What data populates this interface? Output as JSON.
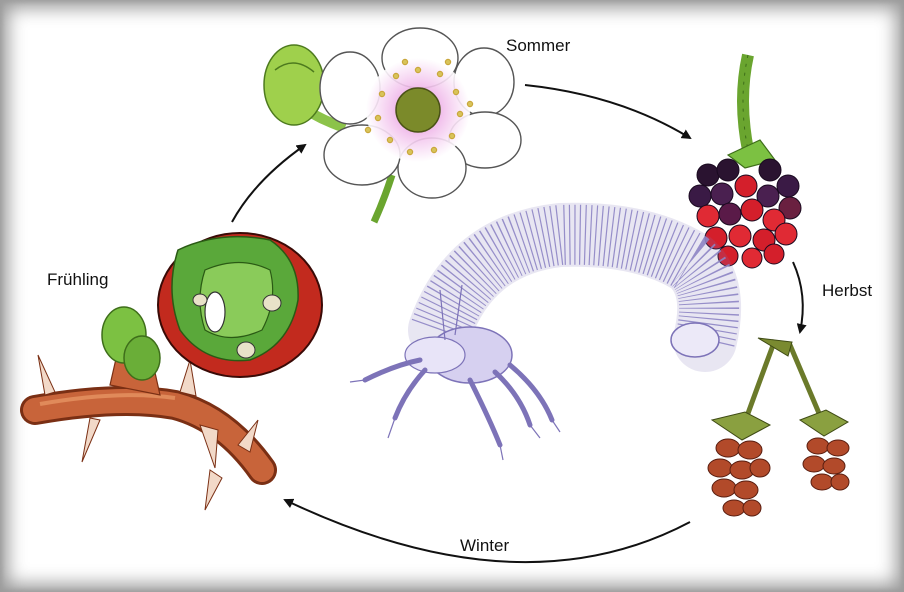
{
  "seasons": {
    "summer": "Sommer",
    "autumn": "Herbst",
    "winter": "Winter",
    "spring": "Frühling"
  },
  "colors": {
    "arrow": "#111111",
    "stem_bark": "#b5532a",
    "leaf_green": "#7cc142",
    "petal_white": "#ffffff",
    "petal_pink": "#d96ad0",
    "berry_black": "#2a1330",
    "berry_red": "#d41f2b",
    "dried_berry": "#b24a2a",
    "larva": "#c9c3ea"
  },
  "icons": {
    "flower": "blackberry-flower-illustration",
    "berry": "ripening-blackberry-illustration",
    "dried": "dried-berries-illustration",
    "branch": "bramble-stem-illustration",
    "inset": "gall-inset-illustration",
    "larva": "mite-larva-illustration"
  }
}
